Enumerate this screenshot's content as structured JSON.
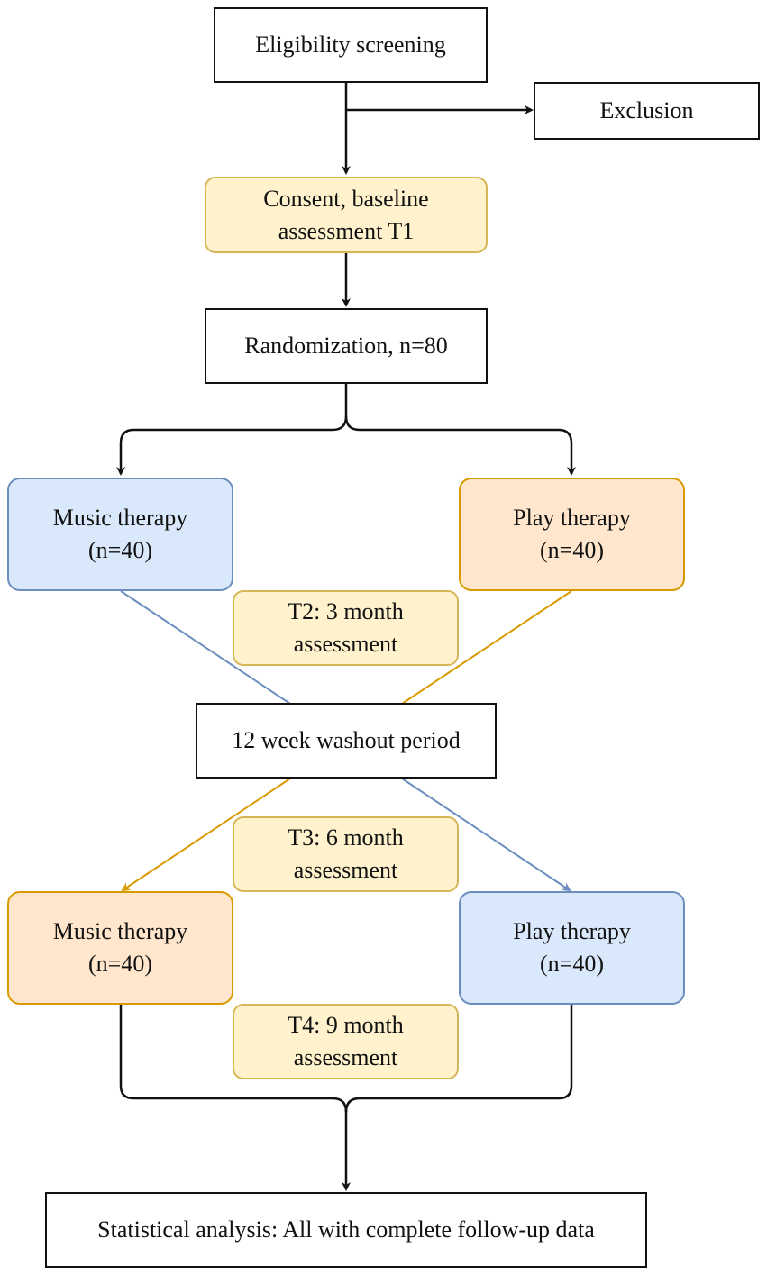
{
  "nodes": {
    "eligibility": "Eligibility screening",
    "exclusion": "Exclusion",
    "consent": [
      "Consent, baseline",
      "assessment T1"
    ],
    "randomization": "Randomization, n=80",
    "music1": [
      "Music therapy",
      "(n=40)"
    ],
    "play1": [
      "Play therapy",
      "(n=40)"
    ],
    "t2": [
      "T2: 3 month",
      "assessment"
    ],
    "washout": "12 week washout period",
    "t3": [
      "T3: 6 month",
      "assessment"
    ],
    "music2": [
      "Music therapy",
      "(n=40)"
    ],
    "play2": [
      "Play therapy",
      "(n=40)"
    ],
    "t4": [
      "T4: 9 month",
      "assessment"
    ],
    "analysis": "Statistical analysis: All with complete follow-up data"
  },
  "colors": {
    "black": "#111111",
    "blue_fill": "#dae8fc",
    "blue_line": "#6c8ebf",
    "orange_fill": "#ffe6cc",
    "orange_line": "#d79b00",
    "yellow_fill": "#fff2cc",
    "yellow_line": "#d6b656"
  }
}
